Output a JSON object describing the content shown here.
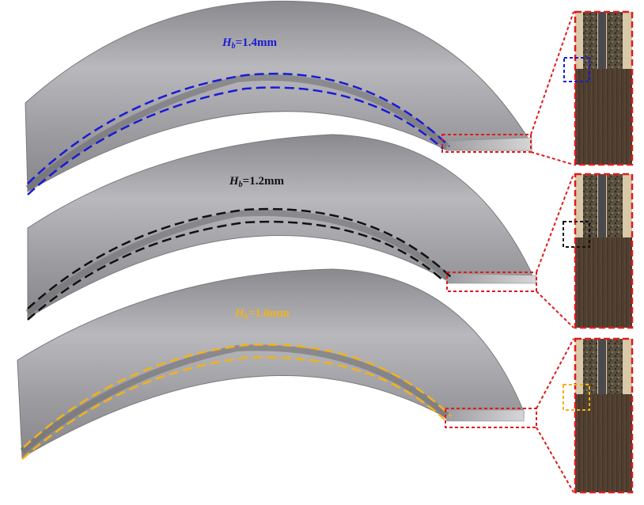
{
  "panels": [
    {
      "h": "H",
      "sub": "b",
      "value": "=1.4mm",
      "color": "#1a1ad6"
    },
    {
      "h": "H",
      "sub": "b",
      "value": "=1.2mm",
      "color": "#111111"
    },
    {
      "h": "H",
      "sub": "b",
      "value": "=1.0mm",
      "color": "#f2b21a"
    }
  ],
  "accent_red": "#e01b1b"
}
